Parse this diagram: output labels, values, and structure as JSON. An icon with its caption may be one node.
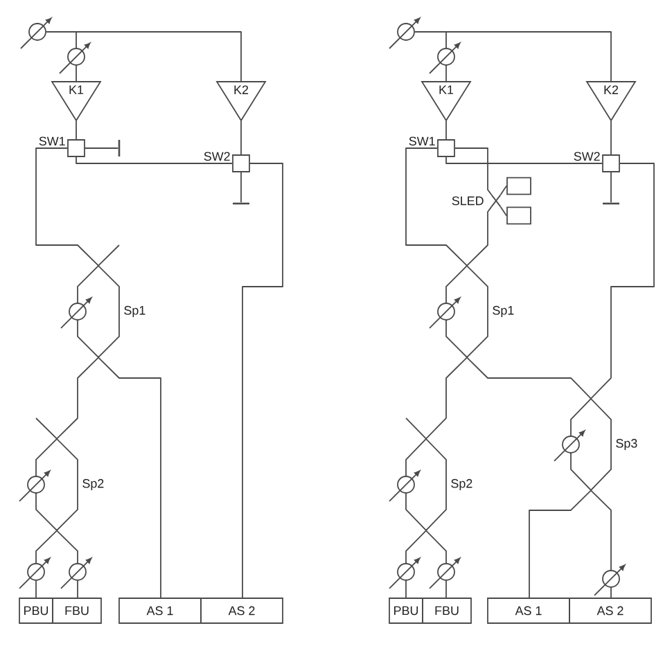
{
  "diagram": {
    "nodes": [
      {
        "text": [],
        "shape": "circle"
      },
      {
        "text": [],
        "shape": "circle"
      },
      {
        "text": [
          "K1"
        ]
      },
      {
        "text": [
          "K2"
        ]
      },
      {
        "text": [
          "SW1"
        ]
      },
      {
        "text": [
          "SW2"
        ]
      },
      {
        "text": [
          "Sp1"
        ]
      },
      {
        "text": [],
        "shape": "circle"
      },
      {
        "text": [
          "Sp2"
        ]
      },
      {
        "text": [],
        "shape": "circle"
      },
      {
        "text": [],
        "shape": "circle"
      },
      {
        "text": [],
        "shape": "circle"
      },
      {
        "text": [
          "PBU"
        ]
      },
      {
        "text": [
          "FBU"
        ]
      },
      {
        "text": [
          "AS 1"
        ]
      },
      {
        "text": [
          "AS 2"
        ]
      },
      {
        "text": [],
        "shape": "circle"
      },
      {
        "text": [],
        "shape": "circle"
      },
      {
        "text": [
          "K1"
        ]
      },
      {
        "text": [
          "K2"
        ]
      },
      {
        "text": [
          "SW1"
        ]
      },
      {
        "text": [
          "SW2"
        ]
      },
      {
        "text": [
          "SLED"
        ]
      },
      {
        "text": [],
        "shape": "box"
      },
      {
        "text": [],
        "shape": "box"
      },
      {
        "text": [
          "Sp1"
        ]
      },
      {
        "text": [],
        "shape": "circle"
      },
      {
        "text": [
          "Sp2"
        ]
      },
      {
        "text": [],
        "shape": "circle"
      },
      {
        "text": [
          "Sp3"
        ]
      },
      {
        "text": [],
        "shape": "circle"
      },
      {
        "text": [],
        "shape": "circle"
      },
      {
        "text": [],
        "shape": "circle"
      },
      {
        "text": [],
        "shape": "circle"
      },
      {
        "text": [
          "PBU"
        ]
      },
      {
        "text": [
          "FBU"
        ]
      },
      {
        "text": [
          "AS 1"
        ]
      },
      {
        "text": [
          "AS 2"
        ]
      },
      {
        "text": [],
        "shape": "bar"
      },
      {
        "text": [],
        "shape": "bar"
      },
      {
        "text": [],
        "shape": "bar"
      }
    ],
    "edges": [
      {
        "from": 0,
        "to": 1,
        "arrow": "none"
      },
      {
        "from": 0,
        "to": 3,
        "arrow": "none"
      },
      {
        "from": 1,
        "to": 2,
        "arrow": "none"
      },
      {
        "from": 2,
        "to": 4,
        "arrow": "none"
      },
      {
        "from": 3,
        "to": 5,
        "arrow": "none"
      },
      {
        "from": 4,
        "to": 38,
        "arrow": "none"
      },
      {
        "from": 4,
        "to": 5,
        "arrow": "none"
      },
      {
        "from": 5,
        "to": 39,
        "arrow": "none"
      },
      {
        "from": 5,
        "to": 15,
        "arrow": "none"
      },
      {
        "from": 4,
        "to": 6,
        "arrow": "none"
      },
      {
        "from": 6,
        "to": null,
        "arrow": "none"
      },
      {
        "from": 6,
        "to": 8,
        "arrow": "none"
      },
      {
        "from": 6,
        "to": 14,
        "arrow": "none"
      },
      {
        "from": 8,
        "to": null,
        "arrow": "none"
      },
      {
        "from": 8,
        "to": 10,
        "arrow": "none"
      },
      {
        "from": 8,
        "to": 11,
        "arrow": "none"
      },
      {
        "from": 10,
        "to": 12,
        "arrow": "none"
      },
      {
        "from": 11,
        "to": 13,
        "arrow": "none"
      },
      {
        "from": 16,
        "to": 17,
        "arrow": "none"
      },
      {
        "from": 16,
        "to": 19,
        "arrow": "none"
      },
      {
        "from": 17,
        "to": 18,
        "arrow": "none"
      },
      {
        "from": 18,
        "to": 20,
        "arrow": "none"
      },
      {
        "from": 19,
        "to": 21,
        "arrow": "none"
      },
      {
        "from": 21,
        "to": 40,
        "arrow": "none"
      },
      {
        "from": 20,
        "to": 21,
        "arrow": "none"
      },
      {
        "from": 20,
        "to": 22,
        "arrow": "none"
      },
      {
        "from": 22,
        "to": 23,
        "arrow": "none"
      },
      {
        "from": 22,
        "to": 24,
        "arrow": "none"
      },
      {
        "from": 22,
        "to": 25,
        "arrow": "none"
      },
      {
        "from": 20,
        "to": 25,
        "arrow": "none"
      },
      {
        "from": 21,
        "to": 29,
        "arrow": "none"
      },
      {
        "from": 25,
        "to": 27,
        "arrow": "none"
      },
      {
        "from": 25,
        "to": 29,
        "arrow": "none"
      },
      {
        "from": 27,
        "to": null,
        "arrow": "none"
      },
      {
        "from": 27,
        "to": 31,
        "arrow": "none"
      },
      {
        "from": 27,
        "to": 32,
        "arrow": "none"
      },
      {
        "from": 31,
        "to": 34,
        "arrow": "none"
      },
      {
        "from": 32,
        "to": 35,
        "arrow": "none"
      },
      {
        "from": 29,
        "to": 36,
        "arrow": "none"
      },
      {
        "from": 29,
        "to": 33,
        "arrow": "none"
      },
      {
        "from": 33,
        "to": 37,
        "arrow": "none"
      }
    ]
  }
}
